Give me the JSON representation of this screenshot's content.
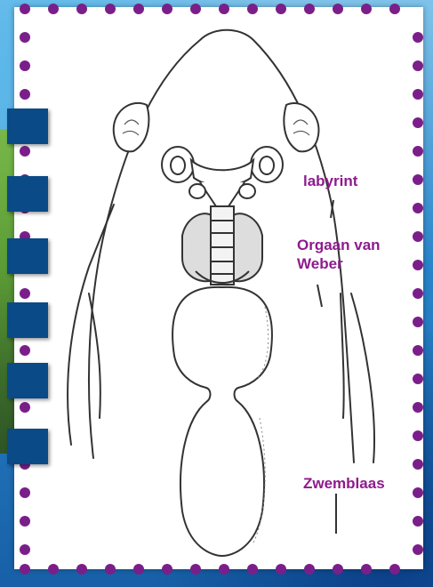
{
  "labels": {
    "labyrinth": "labyrint",
    "weber": "Orgaan van Weber",
    "swimbladder": "Zwemblaas"
  },
  "colors": {
    "dot": "#7a1f8a",
    "label": "#8e1b8d",
    "tab": "#0a4a86",
    "outline": "#333333"
  }
}
